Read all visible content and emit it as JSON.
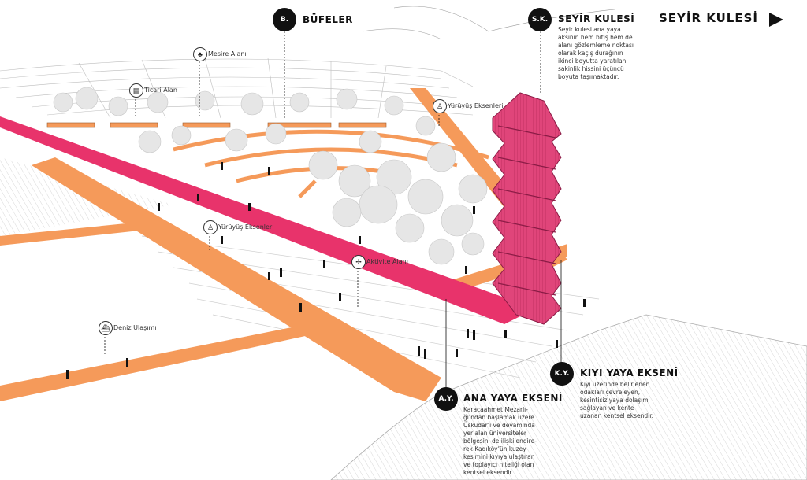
{
  "title": "SEYİR KULESİ",
  "colors": {
    "orange_path": "#f59a5a",
    "magenta_path": "#e8336b",
    "tower": "#e0457a",
    "ink": "#111111"
  },
  "places": {
    "mesire": "Mesire Alanı",
    "ticari": "Ticari Alan",
    "yuruyus_top": "Yürüyüş Eksenleri",
    "yuruyus_mid": "Yürüyüş Eksenleri",
    "aktivite": "Aktivite Alanı",
    "deniz": "Deniz Ulaşımı"
  },
  "icons": {
    "mesire": "tree-icon",
    "ticari": "shop-icon",
    "yuruyus_top": "walker-icon",
    "yuruyus_mid": "walker-icon",
    "aktivite": "activity-icon",
    "deniz": "ferry-icon"
  },
  "callouts": {
    "bufeler": {
      "code": "B.",
      "heading": "BÜFELER"
    },
    "seyir": {
      "code": "S.K.",
      "heading": "SEYİR KULESİ",
      "lines": [
        "Seyir kulesi ana yaya",
        "aksının hem bitiş hem de",
        "alanı gözlemleme noktası",
        "olarak kaçış durağının",
        "ikinci boyutta yaratılan",
        "sakinlik hissini üçüncü",
        "boyuta taşımaktadır."
      ]
    },
    "kiyi": {
      "code": "K.Y.",
      "heading": "KIYI YAYA EKSENİ",
      "lines": [
        "Kıyı üzerinde belirlenen",
        "odakları çevreleyen,",
        "kesintisiz yaya dolaşımı",
        "sağlayan ve kente",
        "uzanan kentsel eksendir."
      ]
    },
    "ana": {
      "code": "A.Y.",
      "heading": "ANA YAYA EKSENİ",
      "lines": [
        "Karacaahmet Mezarlı-",
        "ğı’ndan başlamak üzere",
        "Üsküdar’ı ve devamında",
        "yer alan üniversiteler",
        "bölgesini de ilişkilendire-",
        "rek Kadıköy’ün kuzey",
        "kesimini kıyıya ulaştıran",
        "ve toplayıcı niteliği olan",
        "kentsel eksendir."
      ]
    }
  }
}
